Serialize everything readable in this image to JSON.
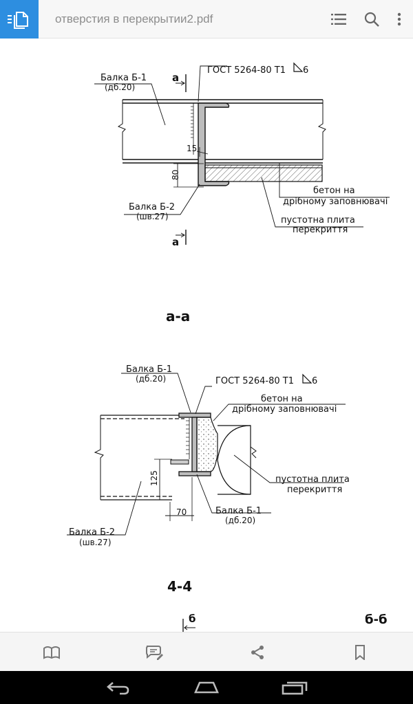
{
  "app": {
    "title": "отверстия в перекрытии2.pdf",
    "accent": "#2d8ee0"
  },
  "toolbar": {
    "icons": [
      "outline-list-icon",
      "search-icon",
      "more-vert-icon"
    ]
  },
  "drawing": {
    "section_a": {
      "beam1_label": "Балка Б-1",
      "beam1_profile": "(дб.20)",
      "gost": "ГОСТ 5264-80 Т1",
      "weld_leg": "6",
      "cut_mark": "а",
      "dim_15": "15",
      "dim_80": "80",
      "beam2_label": "Балка Б-2",
      "beam2_profile": "(шв.27)",
      "concrete_1": "бетон на",
      "concrete_2": "дрібному заповнювачі",
      "slab_1": "пустотна плита",
      "slab_2": "перекриття"
    },
    "title_aa": "а-а",
    "section_44": {
      "beam1_label": "Балка Б-1",
      "beam1_profile": "(дб.20)",
      "gost": "ГОСТ 5264-80 Т1",
      "weld_leg": "6",
      "concrete_1": "бетон на",
      "concrete_2": "дрібному заповнювачі",
      "slab_1": "пустотна плита",
      "slab_2": "перекриття",
      "dim_125": "125",
      "dim_70": "70",
      "beam1b_label": "Балка Б-1",
      "beam1b_profile": "(дб.20)",
      "beam2_label": "Балка Б-2",
      "beam2_profile": "(шв.27)"
    },
    "title_44": "4-4",
    "cut_b": "б",
    "title_bb": "б-б"
  },
  "bottombar": {
    "icons": [
      "book-open-icon",
      "comment-edit-icon",
      "share-icon",
      "bookmark-icon"
    ]
  },
  "navbar": {
    "icons": [
      "back-icon",
      "home-icon",
      "recents-icon"
    ]
  }
}
